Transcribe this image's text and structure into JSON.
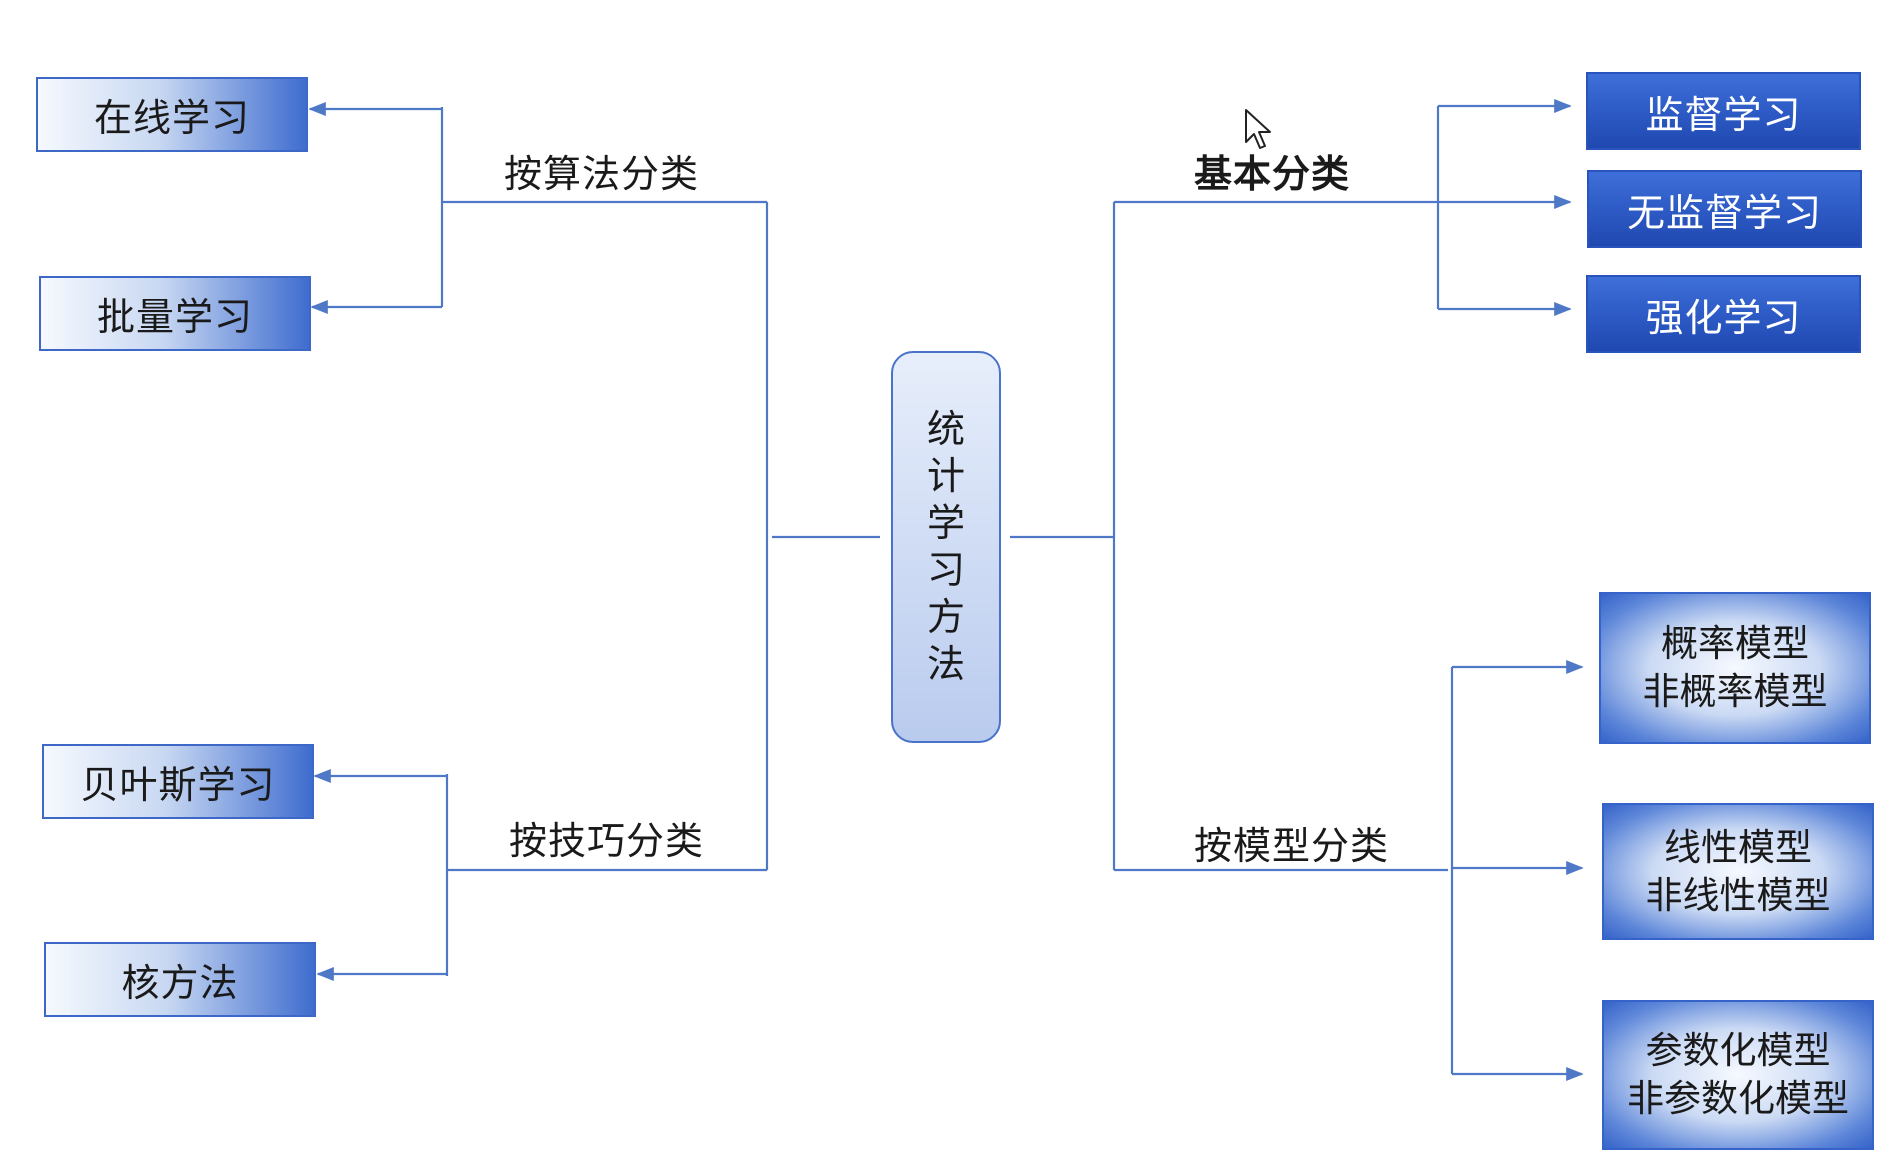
{
  "center": {
    "label_chars": [
      "统",
      "计",
      "学",
      "习",
      "方",
      "法"
    ]
  },
  "branches": {
    "algorithm": {
      "label": "按算法分类",
      "items": [
        "在线学习",
        "批量学习"
      ]
    },
    "technique": {
      "label": "按技巧分类",
      "items": [
        "贝叶斯学习",
        "核方法"
      ]
    },
    "basic": {
      "label": "基本分类",
      "items": [
        "监督学习",
        "无监督学习",
        "强化学习"
      ]
    },
    "model": {
      "label": "按模型分类",
      "items": [
        [
          "概率模型",
          "非概率模型"
        ],
        [
          "线性模型",
          "非线性模型"
        ],
        [
          "参数化模型",
          "非参数化模型"
        ]
      ]
    }
  },
  "colors": {
    "connector": "#4f79c6",
    "box_blue": "#2c59c4",
    "box_edge": "#3d68c8"
  },
  "icons": {
    "cursor": "mouse-pointer-icon"
  }
}
